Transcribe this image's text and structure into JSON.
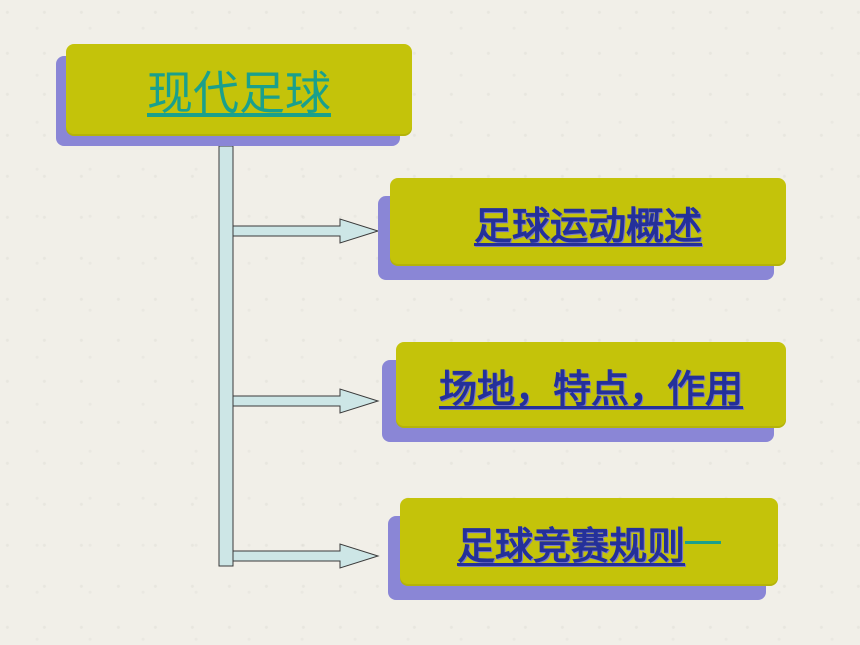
{
  "diagram": {
    "root": {
      "label": "现代足球"
    },
    "children": [
      {
        "label": "足球运动概述"
      },
      {
        "label": "场地，特点，作用"
      },
      {
        "label": "足球竞赛规则"
      }
    ]
  },
  "colors": {
    "box_fill": "#c4c30a",
    "box_shadow": "#8a86d6",
    "connector_fill": "#cde6e6",
    "root_text": "#1aa08c",
    "child_text": "#24309a"
  }
}
